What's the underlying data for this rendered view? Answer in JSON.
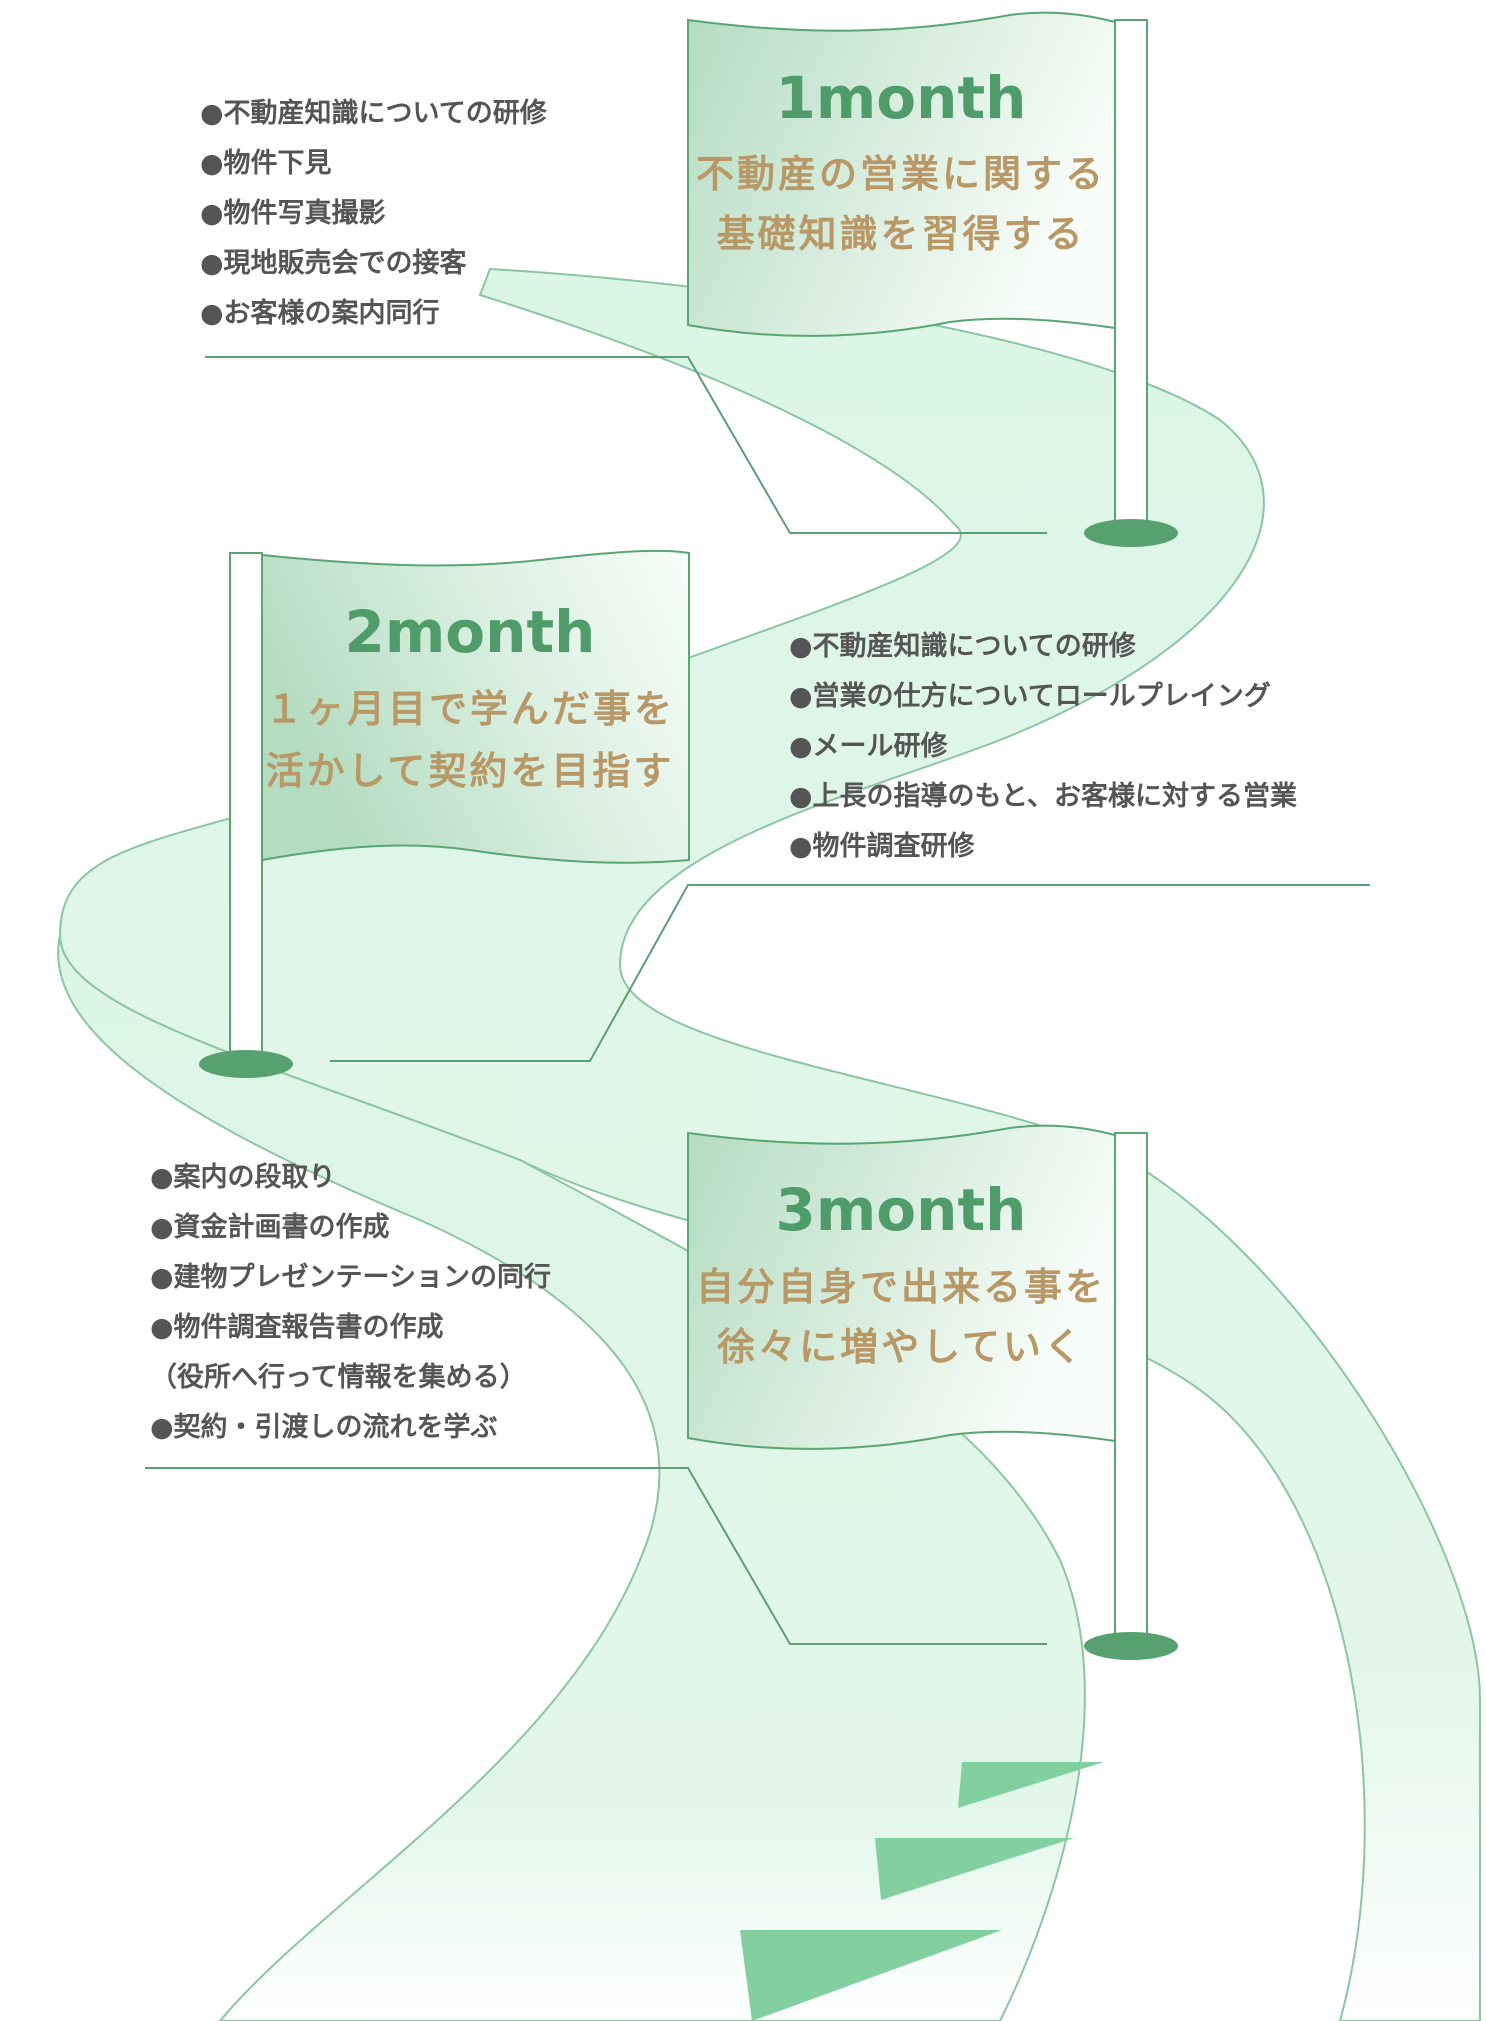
{
  "milestones": [
    {
      "month": "1month",
      "goal_line1": "不動産の営業に関する",
      "goal_line2": "基礎知識を習得する",
      "items": [
        "●不動産知識についての研修",
        "●物件下見",
        "●物件写真撮影",
        "●現地販売会での接客",
        "●お客様の案内同行"
      ]
    },
    {
      "month": "2month",
      "goal_line1": "１ヶ月目で学んだ事を",
      "goal_line2": "活かして契約を目指す",
      "items": [
        "●不動産知識についての研修",
        "●営業の仕方についてロールプレイング",
        "●メール研修",
        "●上長の指導のもと、お客様に対する営業",
        "●物件調査研修"
      ]
    },
    {
      "month": "3month",
      "goal_line1": "自分自身で出来る事を",
      "goal_line2": "徐々に増やしていく",
      "items": [
        "●案内の段取り",
        "●資金計画書の作成",
        "●建物プレゼンテーションの同行",
        "●物件調査報告書の作成",
        "（役所へ行って情報を集める）",
        "●契約・引渡しの流れを学ぶ"
      ]
    }
  ],
  "colors": {
    "road_fill": "#dcf6e6",
    "road_edge": "#8cc69f",
    "pole_outline": "#5aa572",
    "pole_base": "#57a06f",
    "flag_fill_light": "#f7fcf8",
    "flag_fill_dark": "#b7dfc3",
    "month_text": "#4f9b6a",
    "goal_text": "#b89866",
    "item_text": "#555555",
    "leader_line": "#5e9e74",
    "arrow": "#82d0a0"
  }
}
